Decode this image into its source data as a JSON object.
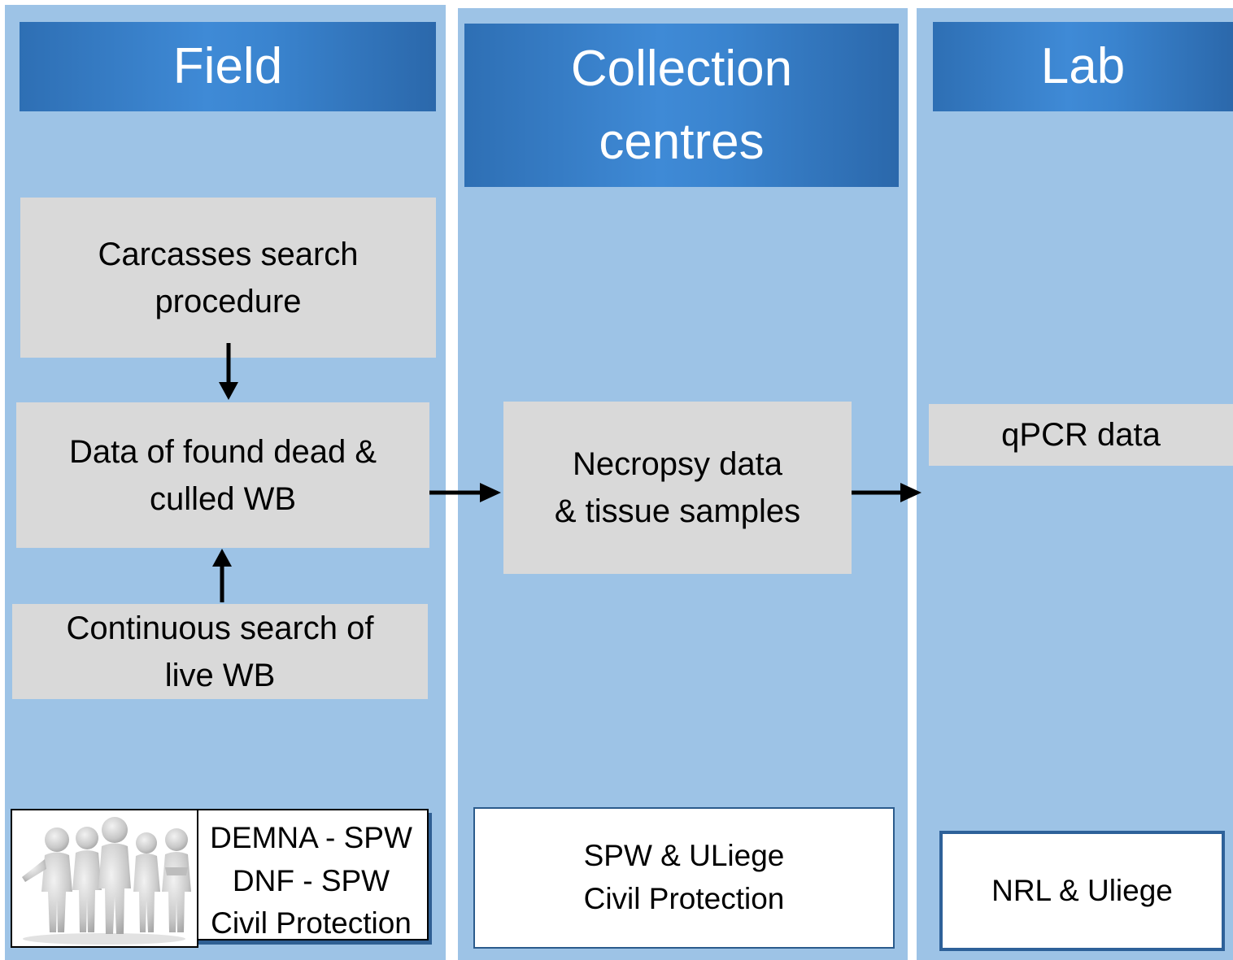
{
  "columns": {
    "field": {
      "header": "Field",
      "boxes": {
        "carcass": [
          "Carcasses search",
          "procedure"
        ],
        "data": [
          "Data of found dead &",
          "culled WB"
        ],
        "continuous": [
          "Continuous search of",
          "live WB"
        ]
      },
      "actors": [
        "DEMNA - SPW",
        "DNF - SPW",
        "Civil Protection"
      ]
    },
    "collection": {
      "header": [
        "Collection",
        "centres"
      ],
      "boxes": {
        "necropsy": [
          "Necropsy data",
          "& tissue samples"
        ]
      },
      "actors": [
        "SPW & ULiege",
        "Civil Protection"
      ]
    },
    "lab": {
      "header": "Lab",
      "boxes": {
        "qpcr": "qPCR data"
      },
      "actors": "NRL & Uliege"
    }
  },
  "icons": {
    "people": "group-of-people-icon"
  },
  "colors": {
    "column_bg": "#9dc3e6",
    "header_bg": "#3a84cf",
    "box_bg": "#d9d9d9",
    "arrow": "#000000"
  }
}
